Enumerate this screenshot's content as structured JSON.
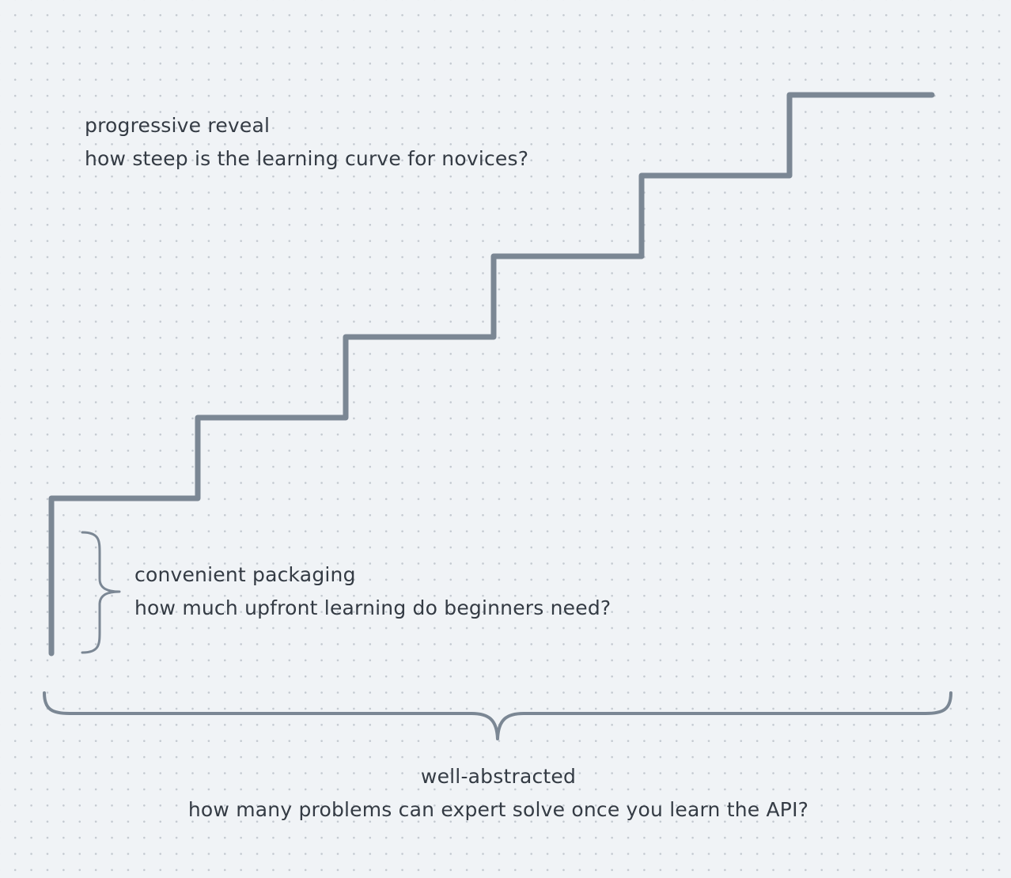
{
  "colors": {
    "background": "#f0f3f6",
    "grid_dot": "#c3c9d0",
    "stroke": "#7b8794",
    "text": "#343b44"
  },
  "staircase": {
    "step_count": 6
  },
  "labels": {
    "progressive": {
      "title": "progressive reveal",
      "question": "how steep is the learning curve for novices?"
    },
    "convenient": {
      "title": "convenient packaging",
      "question": "how much upfront learning do beginners need?"
    },
    "abstracted": {
      "title": "well-abstracted",
      "question": "how many problems can expert solve once you learn the API?"
    }
  }
}
